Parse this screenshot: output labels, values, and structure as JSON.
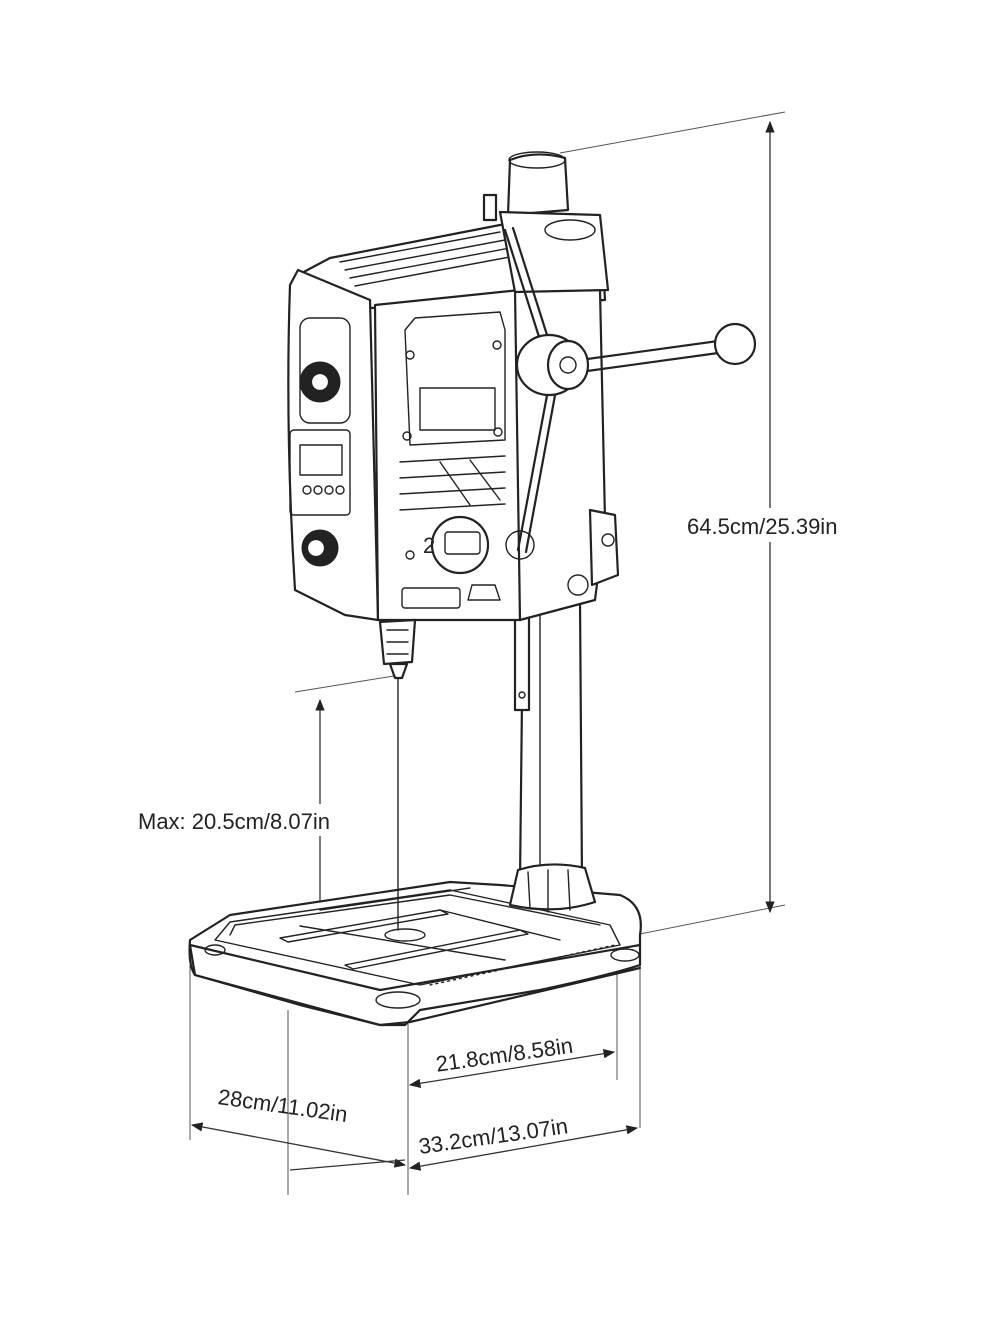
{
  "dimensions": {
    "total_height": "64.5cm/25.39in",
    "max_clearance": "Max: 20.5cm/8.07in",
    "table_width": "21.8cm/8.58in",
    "base_depth": "28cm/11.02in",
    "base_width": "33.2cm/13.07in"
  },
  "panel": {
    "speed_mark": "2"
  }
}
